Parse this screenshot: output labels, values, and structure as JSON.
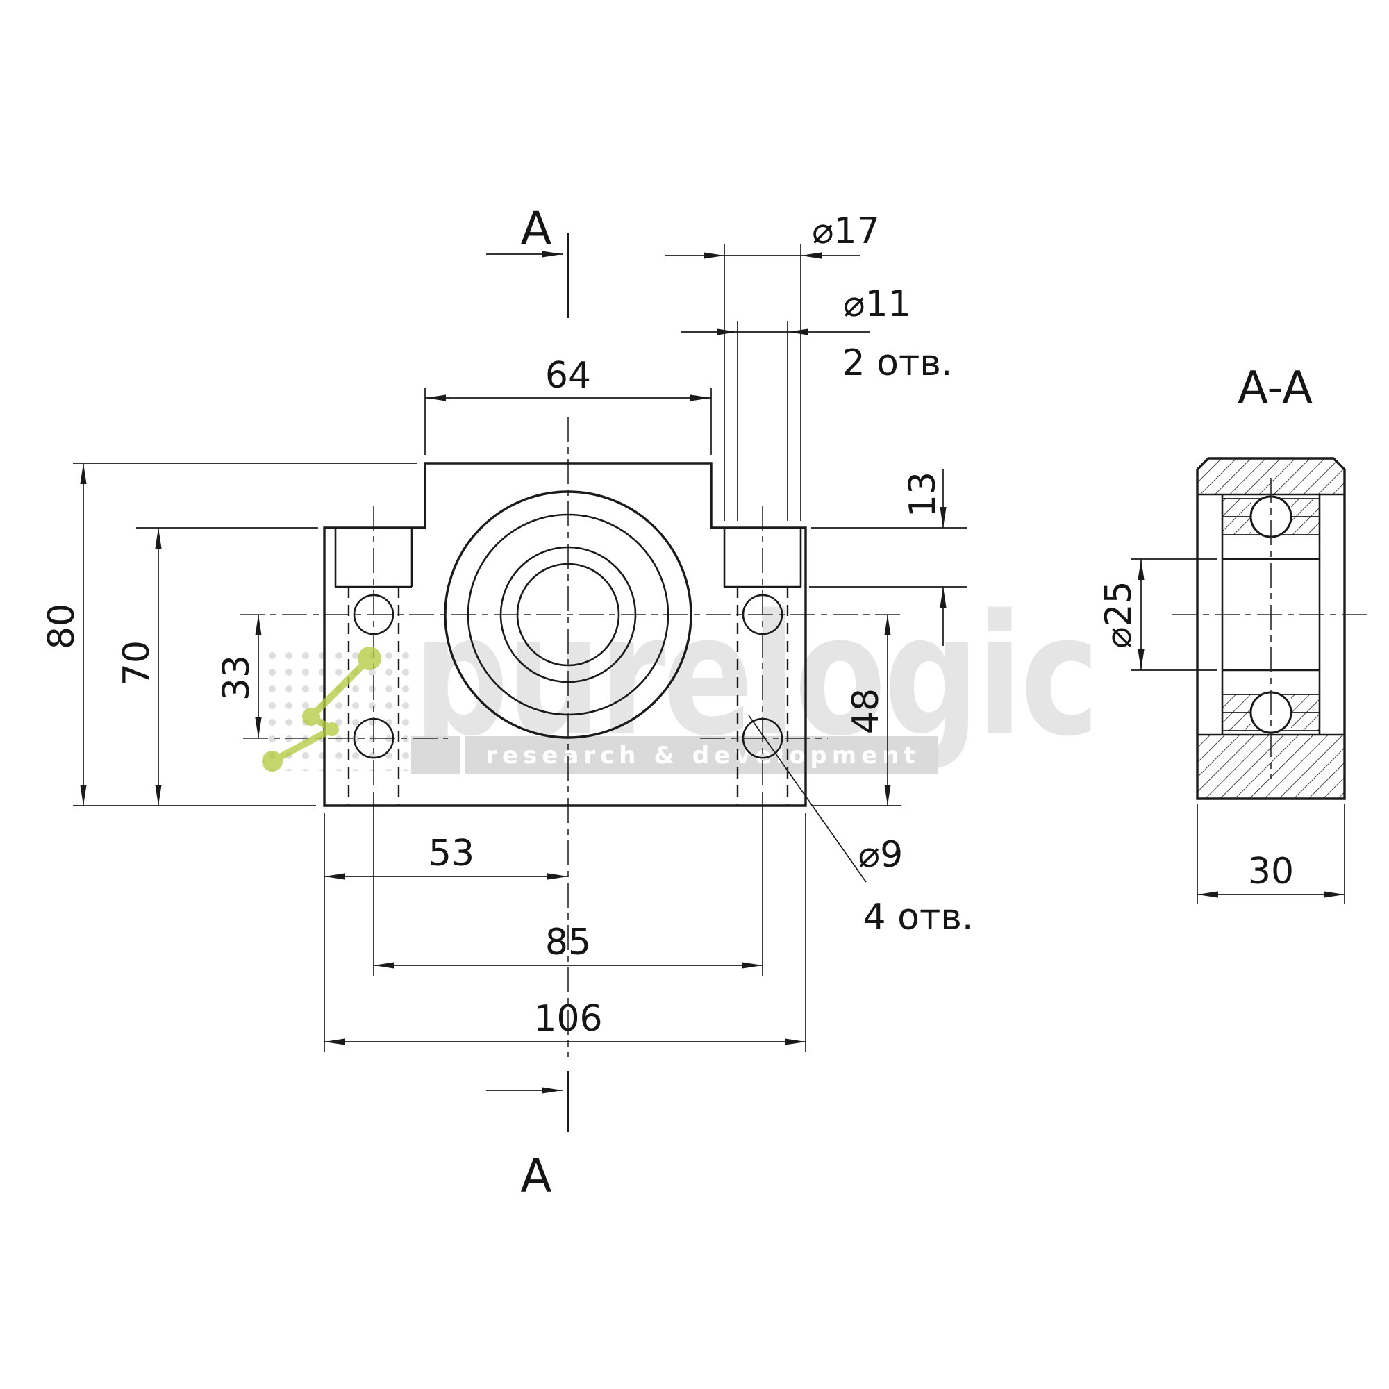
{
  "watermark": {
    "brand": "purelogic",
    "tagline": "research & development",
    "accent_green": "#b5cc43",
    "gray": "#e5e5e5"
  },
  "section_marks": {
    "top_label": "A",
    "bottom_label": "A"
  },
  "section_view": {
    "title": "A-A"
  },
  "dimensions": {
    "top_width": "64",
    "counterbore_dia": "⌀17",
    "through_dia": "⌀11",
    "through_count": "2 отв.",
    "counterbore_depth": "13",
    "total_height": "80",
    "base_height": "70",
    "hole_spacing_v": "33",
    "hole_height": "48",
    "center_offset": "53",
    "bolt_spacing": "85",
    "total_width": "106",
    "mount_dia": "⌀9",
    "mount_count": "4 отв.",
    "bore_dia": "⌀25",
    "body_width": "30"
  },
  "colors": {
    "line": "#1a1a1a",
    "background": "#ffffff"
  }
}
